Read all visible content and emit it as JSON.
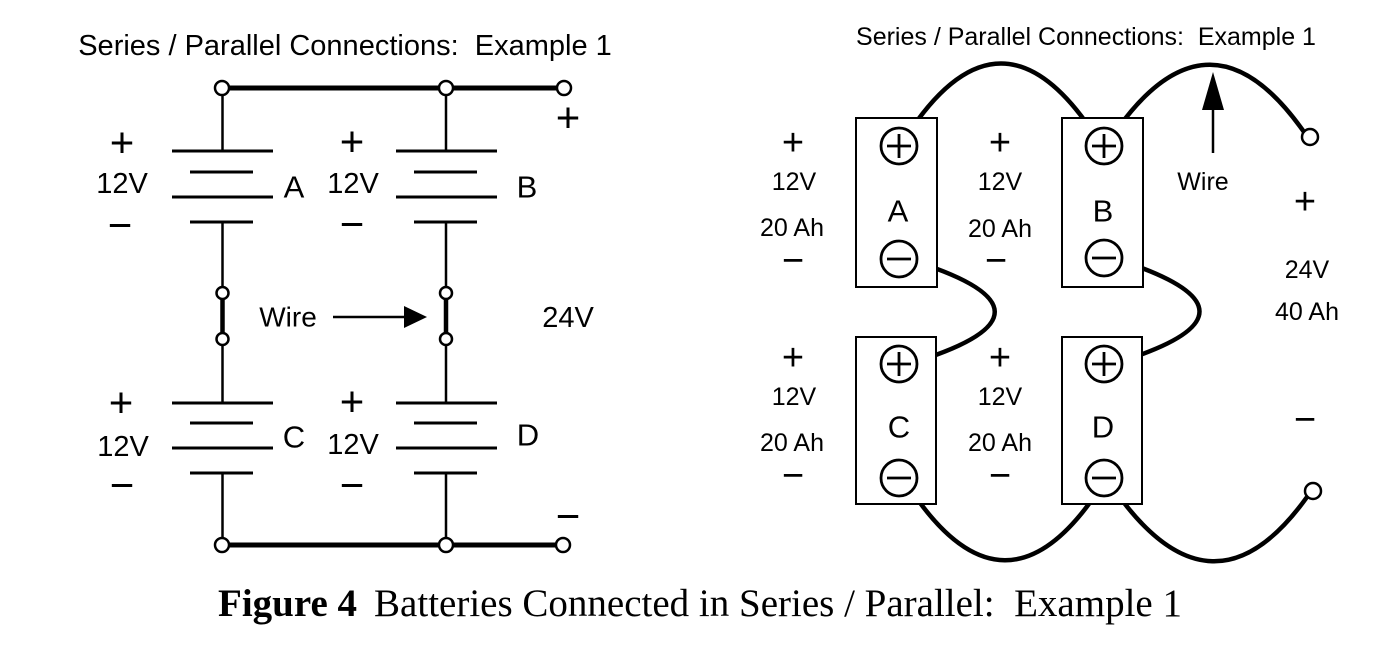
{
  "caption": {
    "label": "Figure 4",
    "text": "Batteries Connected in Series / Parallel:  Example 1"
  },
  "schematic": {
    "title": "Series / Parallel Connections:  Example 1",
    "wire_label": "Wire",
    "output_plus": "+",
    "output_minus": "−",
    "output_voltage": "24V",
    "batteries": [
      {
        "id": "A",
        "voltage": "12V",
        "plus": "+",
        "minus": "−"
      },
      {
        "id": "B",
        "voltage": "12V",
        "plus": "+",
        "minus": "−"
      },
      {
        "id": "C",
        "voltage": "12V",
        "plus": "+",
        "minus": "−"
      },
      {
        "id": "D",
        "voltage": "12V",
        "plus": "+",
        "minus": "−"
      }
    ]
  },
  "pictorial": {
    "title": "Series / Parallel Connections:  Example 1",
    "wire_label": "Wire",
    "output_plus": "+",
    "output_minus": "−",
    "output_voltage": "24V",
    "output_capacity": "40 Ah",
    "batteries": [
      {
        "id": "A",
        "voltage": "12V",
        "capacity": "20 Ah",
        "plus": "+",
        "minus": "−"
      },
      {
        "id": "B",
        "voltage": "12V",
        "capacity": "20 Ah",
        "plus": "+",
        "minus": "−"
      },
      {
        "id": "C",
        "voltage": "12V",
        "capacity": "20 Ah",
        "plus": "+",
        "minus": "−"
      },
      {
        "id": "D",
        "voltage": "12V",
        "capacity": "20 Ah",
        "plus": "+",
        "minus": "−"
      }
    ]
  }
}
